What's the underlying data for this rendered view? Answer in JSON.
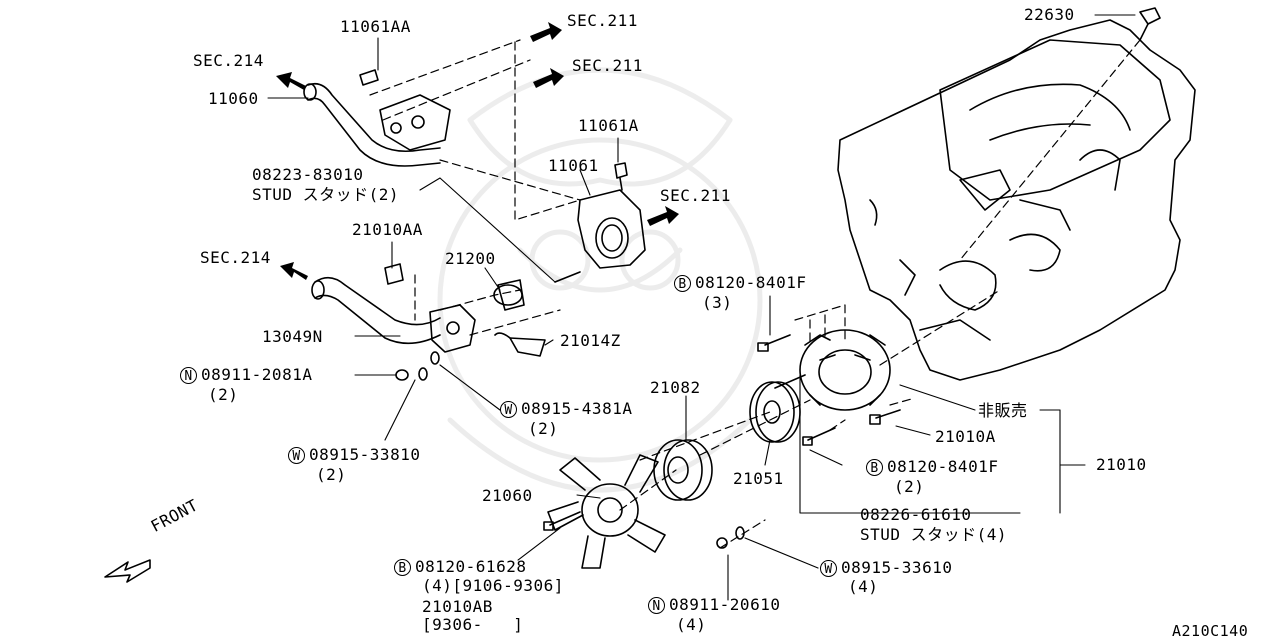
{
  "diagram_id": "A210C140",
  "colors": {
    "ink": "#000000",
    "watermark": "#9a9a9a",
    "background": "#ffffff"
  },
  "section_refs": {
    "sec211_a": "SEC.211",
    "sec211_b": "SEC.211",
    "sec211_c": "SEC.211",
    "sec214_a": "SEC.214",
    "sec214_b": "SEC.214"
  },
  "front_label": "FRONT",
  "parts": {
    "p11061AA": "11061AA",
    "p11060": "11060",
    "p11061A": "11061A",
    "p11061": "11061",
    "p08223": "08223-83010",
    "p08223_desc": "STUD スタッド(2)",
    "p21010AA": "21010AA",
    "p21200": "21200",
    "p13049N": "13049N",
    "p21014Z": "21014Z",
    "p08911a": "08911-2081A",
    "p08911a_qty": "(2)",
    "p08911a_prefix": "N",
    "p08915a": "08915-4381A",
    "p08915a_qty": "(2)",
    "p08915a_prefix": "W",
    "p08915b": "08915-33810",
    "p08915b_qty": "(2)",
    "p08915b_prefix": "W",
    "p08120a": "08120-8401F",
    "p08120a_qty": "(3)",
    "p08120a_prefix": "B",
    "p21082": "21082",
    "p21051": "21051",
    "p21060": "21060",
    "p08120b": "08120-61628",
    "p08120b_qty": "(4)[9106-9306]",
    "p08120b_prefix": "B",
    "p21010AB": "21010AB",
    "p21010AB_date": "[9306-   ]",
    "p08911b": "08911-20610",
    "p08911b_qty": "(4)",
    "p08911b_prefix": "N",
    "p08915c": "08915-33610",
    "p08915c_qty": "(4)",
    "p08915c_prefix": "W",
    "p08226": "08226-61610",
    "p08226_desc": "STUD スタッド(4)",
    "p08120c": "08120-8401F",
    "p08120c_qty": "(2)",
    "p08120c_prefix": "B",
    "p21010A": "21010A",
    "p_not_sold": "非販売",
    "p21010": "21010",
    "p22630": "22630"
  }
}
